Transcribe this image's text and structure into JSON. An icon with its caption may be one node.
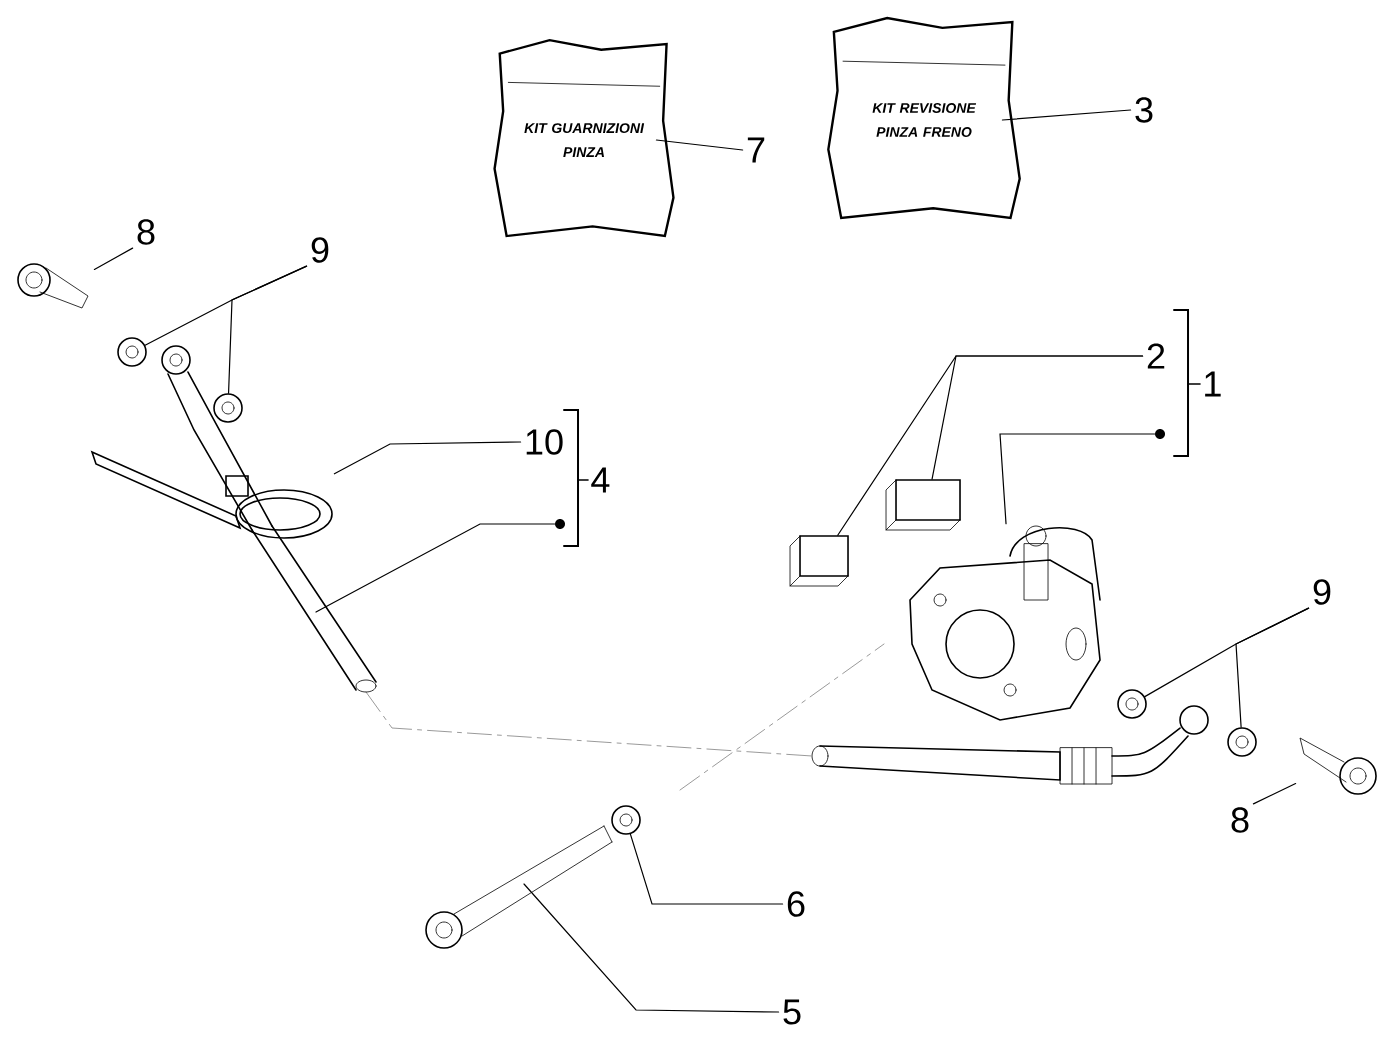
{
  "diagram": {
    "nodes": [
      {
        "text": [
          "KIT GUARNIZIONI PINZA"
        ]
      },
      {
        "text": [
          "7"
        ]
      },
      {
        "text": [
          "KIT REVISIONE PINZA FRENO"
        ]
      },
      {
        "text": [
          "3"
        ]
      },
      {
        "text": [
          "8"
        ]
      },
      {
        "text": [],
        "shape": "picture"
      },
      {
        "text": [
          "9"
        ]
      },
      {
        "text": [],
        "shape": "circle"
      },
      {
        "text": [],
        "shape": "circle"
      },
      {
        "text": [
          "10"
        ]
      },
      {
        "text": [],
        "shape": "picture"
      },
      {
        "text": [],
        "shape": "dot"
      },
      {
        "text": [],
        "shape": "picture"
      },
      {
        "text": [
          "2"
        ]
      },
      {
        "text": [],
        "shape": "box"
      },
      {
        "text": [],
        "shape": "box"
      },
      {
        "text": [],
        "shape": "dot"
      },
      {
        "text": [],
        "shape": "picture"
      },
      {
        "text": [
          "9"
        ]
      },
      {
        "text": [],
        "shape": "circle"
      },
      {
        "text": [],
        "shape": "circle"
      },
      {
        "text": [
          "8"
        ]
      },
      {
        "text": [],
        "shape": "picture"
      },
      {
        "text": [
          "6"
        ]
      },
      {
        "text": [],
        "shape": "circle"
      },
      {
        "text": [
          "5"
        ]
      },
      {
        "text": [],
        "shape": "picture"
      }
    ],
    "edges": [
      {
        "from": 1,
        "to": 0,
        "arrow": "none"
      },
      {
        "from": 3,
        "to": 2,
        "arrow": "none"
      },
      {
        "from": 4,
        "to": 5,
        "arrow": "none"
      },
      {
        "from": 6,
        "to": 7,
        "arrow": "none"
      },
      {
        "from": 6,
        "to": 8,
        "arrow": "none"
      },
      {
        "from": 9,
        "to": 10,
        "arrow": "none"
      },
      {
        "from": 11,
        "to": 12,
        "arrow": "none"
      },
      {
        "from": 13,
        "to": 14,
        "arrow": "none"
      },
      {
        "from": 13,
        "to": 15,
        "arrow": "none"
      },
      {
        "from": 16,
        "to": 17,
        "arrow": "none"
      },
      {
        "from": 18,
        "to": 19,
        "arrow": "none"
      },
      {
        "from": 18,
        "to": 20,
        "arrow": "none"
      },
      {
        "from": 21,
        "to": 22,
        "arrow": "none"
      },
      {
        "from": 23,
        "to": 24,
        "arrow": "none"
      },
      {
        "from": 25,
        "to": 26,
        "arrow": "none"
      }
    ],
    "labels": [
      "4",
      "1"
    ]
  }
}
